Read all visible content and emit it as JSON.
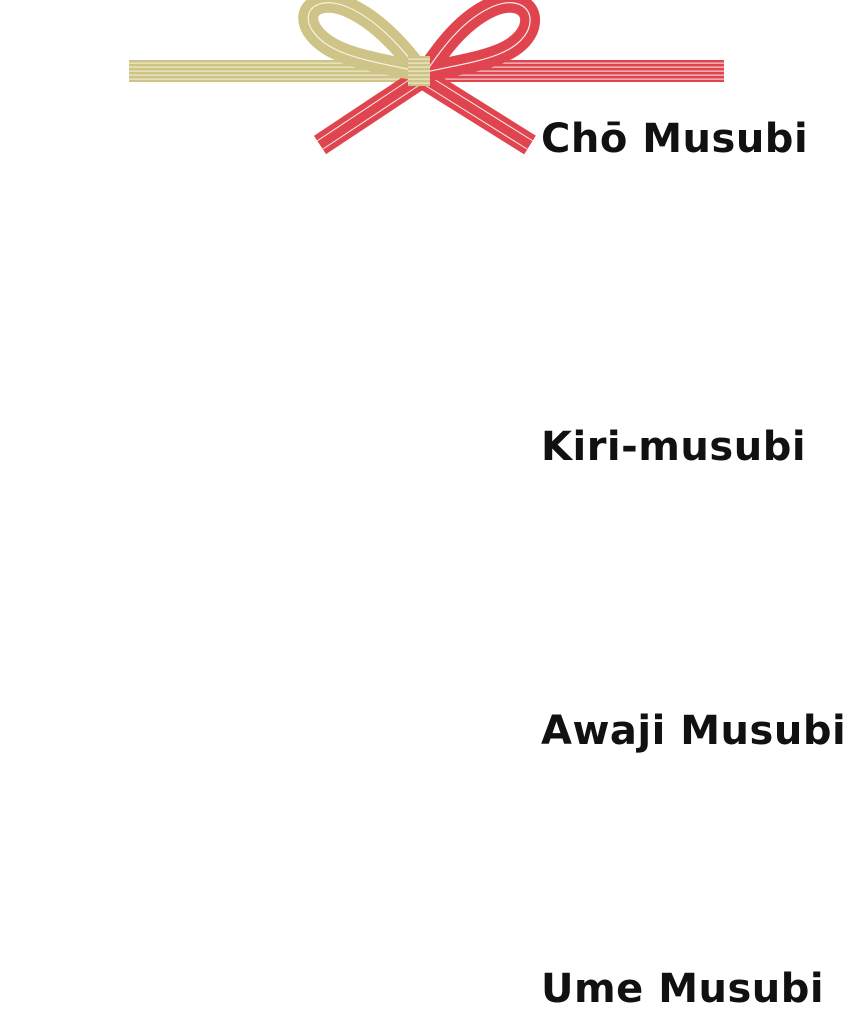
{
  "colors": {
    "red": "#e0454f",
    "gold": "#cfc487",
    "stripe_light": "#f7eeee",
    "gold_stripe_light": "#f6f2da",
    "label": "#111111",
    "background": "#ffffff"
  },
  "knots": [
    {
      "id": "cho",
      "label": "Chō Musubi"
    },
    {
      "id": "kiri",
      "label": "Kiri-musubi"
    },
    {
      "id": "awaji",
      "label": "Awaji Musubi"
    },
    {
      "id": "ume",
      "label": "Ume Musubi"
    }
  ]
}
